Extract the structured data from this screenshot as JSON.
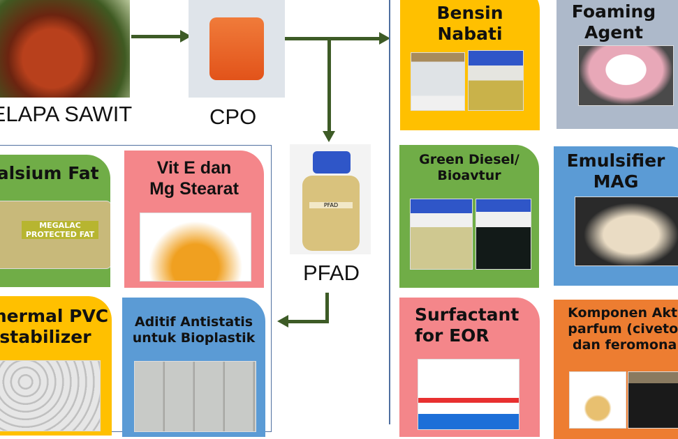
{
  "source": {
    "label": "KELAPA SAWIT",
    "icon": "palm-fruit-image"
  },
  "cpo": {
    "label": "CPO",
    "icon": "cpo-jar-image"
  },
  "pfad": {
    "label": "PFAD",
    "jar_label": "PFAD",
    "icon": "pfad-jar-image"
  },
  "colors": {
    "green": "#70ad47",
    "pink": "#f4868a",
    "yellow": "#ffc000",
    "blue": "#5b9bd5",
    "gray": "#adb9ca",
    "orange": "#ed7d31",
    "arrow": "#3d5b26",
    "divider": "#4f6fa0"
  },
  "left_products": [
    {
      "title": "Kalsium Fat",
      "image_text": "MEGALAC PROTECTED FAT"
    },
    {
      "title": "Vit E dan Mg Stearat"
    },
    {
      "title": "Thermal PVC stabilizer"
    },
    {
      "title": "Aditif Antistatis untuk Bioplastik"
    }
  ],
  "right_products": [
    {
      "title": "Bensin Nabati"
    },
    {
      "title": "Foaming Agent"
    },
    {
      "title": "Green Diesel/ Bioavtur"
    },
    {
      "title": "Emulsifier MAG"
    },
    {
      "title": "Surfactant for EOR"
    },
    {
      "title": "Komponen Aktif parfum (civeton dan feromona)"
    }
  ]
}
